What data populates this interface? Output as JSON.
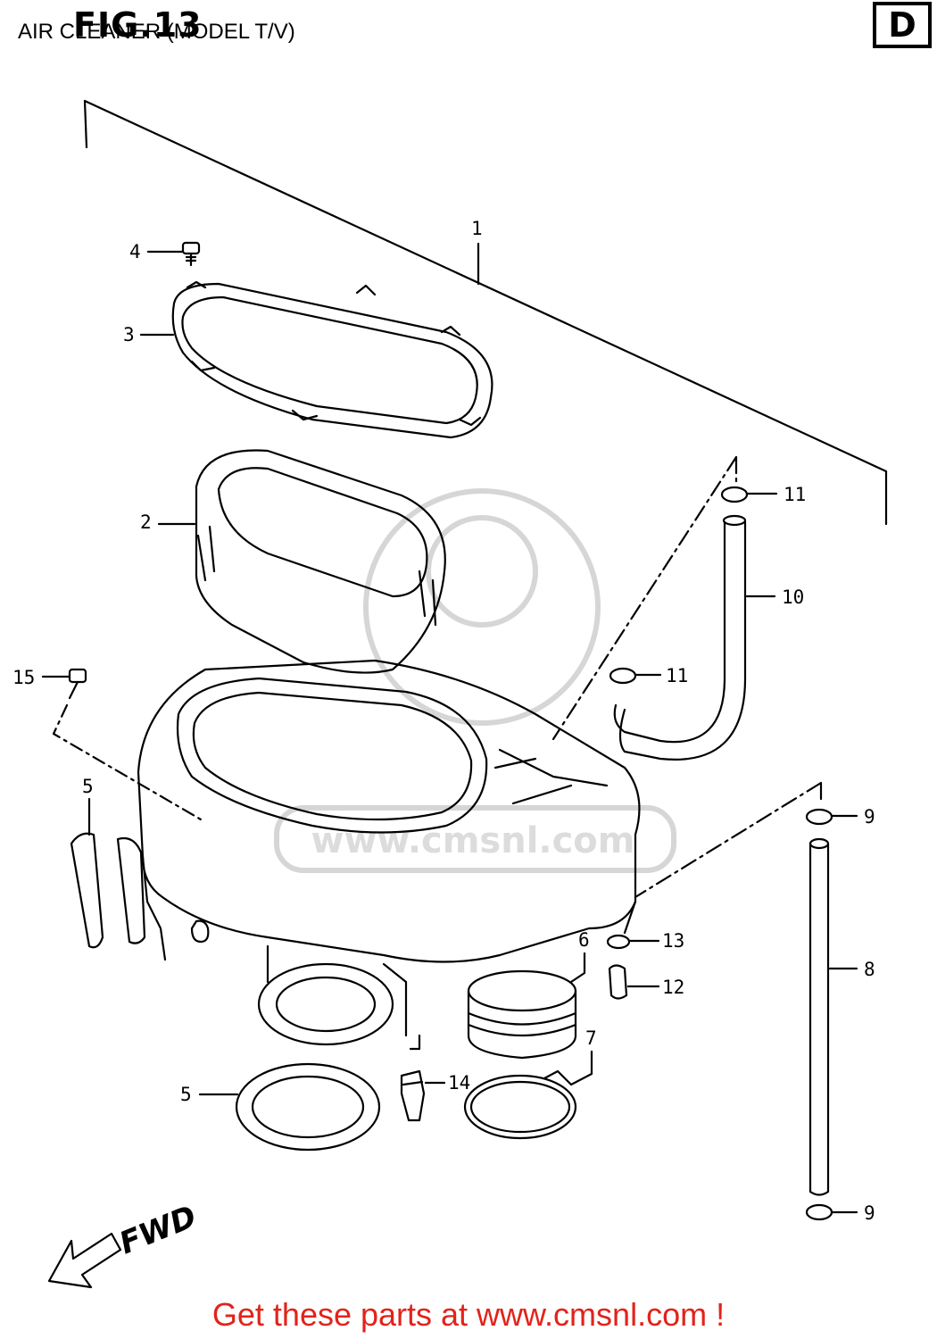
{
  "header": {
    "figure_title": "FIG.13",
    "subtitle": "AIR CLEANER (MODEL T/V)",
    "corner_letter": "D"
  },
  "callouts": {
    "c1": "1",
    "c2": "2",
    "c3": "3",
    "c4": "4",
    "c5a": "5",
    "c5b": "5",
    "c6": "6",
    "c7": "7",
    "c8": "8",
    "c9a": "9",
    "c9b": "9",
    "c10": "10",
    "c11a": "11",
    "c11b": "11",
    "c12": "12",
    "c13": "13",
    "c14": "14",
    "c15": "15"
  },
  "direction_label": "FWD",
  "watermark": "www.cmsnl.com",
  "footer": {
    "text": "Get these parts at www.cmsnl.com !",
    "color": "#e2231a"
  }
}
